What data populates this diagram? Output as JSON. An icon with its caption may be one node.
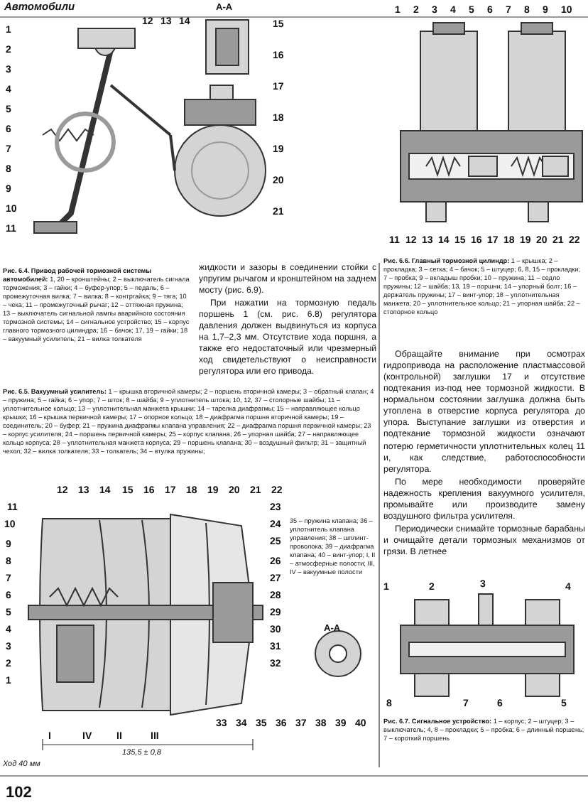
{
  "diagram": {
    "title": "Автомобили",
    "labels": [
      "**Рис. 6.4. Привод рабочей тормозной системы автомобилей:** 1, 20 – кронштейны; 2 – выключатель сигнала торможения; 3 – гайки; 4 – буфер-упор; 5 – педаль; 6 – промежуточная вилка; 7 – вилка; 8 – контргайка; 9 – тяга; 10 – чека; 11 – промежуточный рычаг; 12 – оттяжная пружина; 13 – выключатель сигнальной лампы аварийного состояния тормозной системы; 14 – сигнальное устройство; 15 – корпус главного тормозного цилиндра; 16 – бачок; 17, 19 – гайки; 18 – вакуумный усилитель; 21 – вилка толкателя",
      "А-А",
      "1",
      "2",
      "3",
      "4",
      "5",
      "6",
      "7",
      "8",
      "9",
      "10",
      "11",
      "12",
      "13",
      "14",
      "15",
      "16",
      "17",
      "18",
      "19",
      "20",
      "21",
      "жидкости и зазоры в соединении стойки с упругим рычагом и кронштейном на заднем мосту (рис. 6.9).",
      "При нажатии на тормозную педаль поршень 1 (см. рис. 6.8) регулятора давления должен выдвинуться из корпуса на 1,7–2,3 мм. Отсутствие хода поршня, а также его недостаточный или чрезмерный ход свидетельствуют о неисправности регулятора или его привода.",
      "1",
      "2",
      "3",
      "4",
      "5",
      "6",
      "7",
      "8",
      "9",
      "10",
      "11",
      "12",
      "13",
      "14",
      "15",
      "16",
      "17",
      "18",
      "19",
      "20",
      "21",
      "22",
      "**Рис. 6.6. Главный тормозной цилиндр:** 1 – крышка; 2 – прокладка; 3 – сетка; 4 – бачок; 5 – штуцер; 6, 8, 15 – прокладки; 7 – пробка; 9 – вкладыш пробки; 10 – пружина; 11 – седло пружины; 12 – шайба; 13, 19 – поршни; 14 – упорный болт; 16 – держатель пружины; 17 – винт-упор; 18 – уплотнительная манжета; 20 – уплотнительное кольцо; 21 – упорная шайба; 22 – стопорное кольцо",
      "Обращайте внимание при осмотрах гидропривода на расположение пластмассовой (контрольной) заглушки 17 и отсутствие подтекания из-под нее тормозной жидкости. В нормальном состоянии заглушка должна быть утоплена в отверстие корпуса регулятора до упора. Выступание заглушки из отверстия и подтекание тормозной жидкости означают потерю герметичности уплотнительных колец 11 и, как следствие, работоспособности регулятора.",
      "По мере необходимости проверяйте надежность крепления вакуумного усилителя, промывайте или производите замену воздушного фильтра усилителя.",
      "Периодически снимайте тормозные барабаны и очищайте детали тормозных механизмов от грязи. В летнее",
      "**Рис. 6.5. Вакуумный усилитель:** 1 – крышка вторичной камеры; 2 – поршень вторичной камеры; 3 – обратный клапан; 4 – пружина; 5 – гайка; 6 – упор; 7 – шток; 8 – шайба; 9 – уплотнитель штока; 10, 12, 37 – стопорные шайбы; 11 – уплотнительное кольцо; 13 – уплотнительная манжета крышки; 14 – тарелка диафрагмы; 15 – направляющее кольцо крышки; 16 – крышка первичной камеры; 17 – опорное кольцо; 18 – диафрагма поршня вторичной камеры; 19 – соединитель; 20 – буфер; 21 – пружина диафрагмы клапана управления; 22 – диафрагма поршня первичной камеры; 23 – корпус усилителя; 24 – поршень первичной камеры; 25 – корпус клапана; 26 – упорная шайба; 27 – направляющее кольцо корпуса; 28 – уплотнительная манжета корпуса; 29 – поршень клапана; 30 – воздушный фильтр; 31 – защитный чехол; 32 – вилка толкателя; 33 – толкатель; 34 – втулка пружины;",
      "35 – пружина клапана; 36 – уплотнитель клапана управления; 38 – шплинт-проволока; 39 – диафрагма клапана; 40 – винт-упор; I, II – атмосферные полости; III, IV – вакуумные полости",
      "1",
      "2",
      "3",
      "4",
      "5",
      "6",
      "7",
      "8",
      "9",
      "10",
      "11",
      "12",
      "13",
      "14",
      "15",
      "16",
      "17",
      "18",
      "19",
      "20",
      "21",
      "22",
      "23",
      "24",
      "25",
      "26",
      "27",
      "28",
      "29",
      "30",
      "31",
      "32",
      "33",
      "34",
      "35",
      "36",
      "37",
      "38",
      "39",
      "40",
      "I",
      "IV",
      "II",
      "III",
      "Ход 40 мм",
      "А-А",
      "135,5 ± 0,8",
      "1",
      "2",
      "3",
      "4",
      "8",
      "7",
      "6",
      "5",
      "**Рис. 6.7. Сигнальное устройство:** 1 – корпус; 2 – штуцер; 3 – выключатель; 4, 8 – прокладки; 5 – пробка; 6 – длинный поршень; 7 – короткий поршень",
      "102"
    ]
  }
}
